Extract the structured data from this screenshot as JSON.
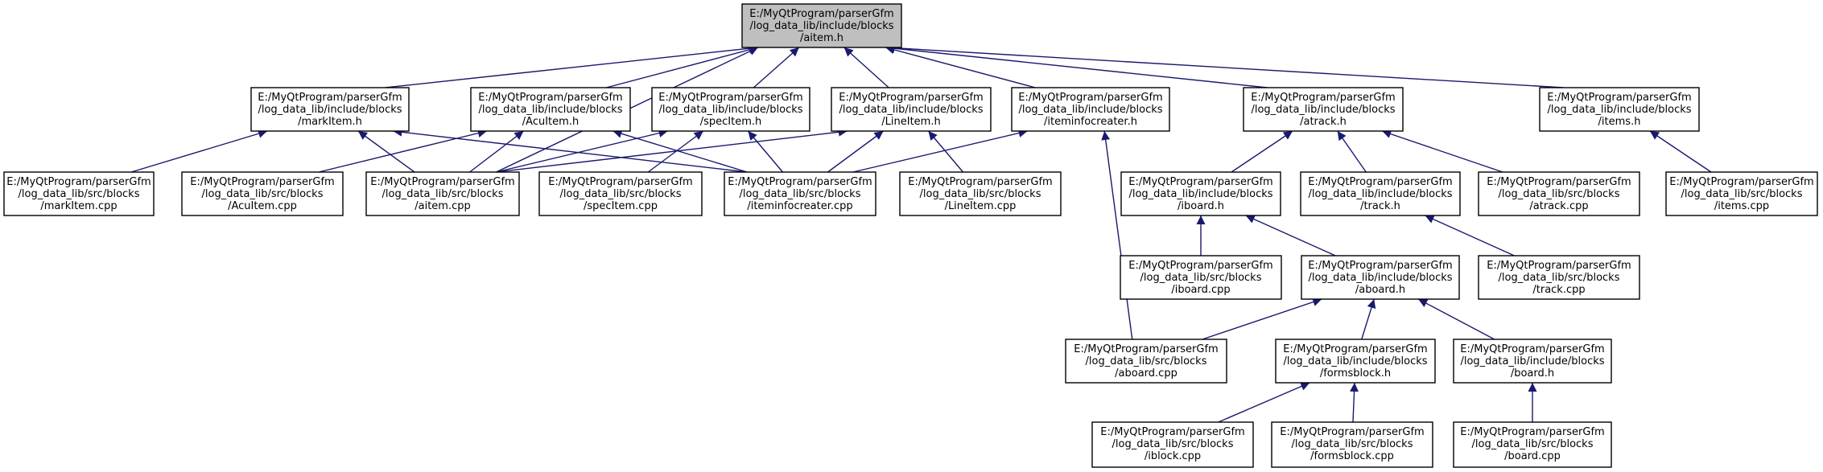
{
  "graph": {
    "edge_color": "#191970",
    "root_fill": "#bfbfbf",
    "nodes": [
      {
        "id": "aitem_h",
        "lines": [
          "E:/MyQtProgram/parserGfm",
          "/log_data_lib/include/blocks",
          "/aitem.h"
        ],
        "root": true
      },
      {
        "id": "markitem_h",
        "lines": [
          "E:/MyQtProgram/parserGfm",
          "/log_data_lib/include/blocks",
          "/markItem.h"
        ]
      },
      {
        "id": "acuitem_h",
        "lines": [
          "E:/MyQtProgram/parserGfm",
          "/log_data_lib/include/blocks",
          "/AcuItem.h"
        ]
      },
      {
        "id": "specitem_h",
        "lines": [
          "E:/MyQtProgram/parserGfm",
          "/log_data_lib/include/blocks",
          "/specItem.h"
        ]
      },
      {
        "id": "lineitem_h",
        "lines": [
          "E:/MyQtProgram/parserGfm",
          "/log_data_lib/include/blocks",
          "/LineItem.h"
        ]
      },
      {
        "id": "iteminfocreater_h",
        "lines": [
          "E:/MyQtProgram/parserGfm",
          "/log_data_lib/include/blocks",
          "/iteminfocreater.h"
        ]
      },
      {
        "id": "atrack_h",
        "lines": [
          "E:/MyQtProgram/parserGfm",
          "/log_data_lib/include/blocks",
          "/atrack.h"
        ]
      },
      {
        "id": "items_h",
        "lines": [
          "E:/MyQtProgram/parserGfm",
          "/log_data_lib/include/blocks",
          "/items.h"
        ]
      },
      {
        "id": "markitem_cpp",
        "lines": [
          "E:/MyQtProgram/parserGfm",
          "/log_data_lib/src/blocks",
          "/markItem.cpp"
        ]
      },
      {
        "id": "acuitem_cpp",
        "lines": [
          "E:/MyQtProgram/parserGfm",
          "/log_data_lib/src/blocks",
          "/AcuItem.cpp"
        ]
      },
      {
        "id": "aitem_cpp",
        "lines": [
          "E:/MyQtProgram/parserGfm",
          "/log_data_lib/src/blocks",
          "/aitem.cpp"
        ]
      },
      {
        "id": "specitem_cpp",
        "lines": [
          "E:/MyQtProgram/parserGfm",
          "/log_data_lib/src/blocks",
          "/specItem.cpp"
        ]
      },
      {
        "id": "iteminfocreater_cpp",
        "lines": [
          "E:/MyQtProgram/parserGfm",
          "/log_data_lib/src/blocks",
          "/iteminfocreater.cpp"
        ]
      },
      {
        "id": "lineitem_cpp",
        "lines": [
          "E:/MyQtProgram/parserGfm",
          "/log_data_lib/src/blocks",
          "/LineItem.cpp"
        ]
      },
      {
        "id": "iboard_h",
        "lines": [
          "E:/MyQtProgram/parserGfm",
          "/log_data_lib/include/blocks",
          "/iboard.h"
        ]
      },
      {
        "id": "track_h",
        "lines": [
          "E:/MyQtProgram/parserGfm",
          "/log_data_lib/include/blocks",
          "/track.h"
        ]
      },
      {
        "id": "atrack_cpp",
        "lines": [
          "E:/MyQtProgram/parserGfm",
          "/log_data_lib/src/blocks",
          "/atrack.cpp"
        ]
      },
      {
        "id": "items_cpp",
        "lines": [
          "E:/MyQtProgram/parserGfm",
          "/log_data_lib/src/blocks",
          "/items.cpp"
        ]
      },
      {
        "id": "iboard_cpp",
        "lines": [
          "E:/MyQtProgram/parserGfm",
          "/log_data_lib/src/blocks",
          "/iboard.cpp"
        ]
      },
      {
        "id": "aboard_h",
        "lines": [
          "E:/MyQtProgram/parserGfm",
          "/log_data_lib/include/blocks",
          "/aboard.h"
        ]
      },
      {
        "id": "track_cpp",
        "lines": [
          "E:/MyQtProgram/parserGfm",
          "/log_data_lib/src/blocks",
          "/track.cpp"
        ]
      },
      {
        "id": "aboard_cpp",
        "lines": [
          "E:/MyQtProgram/parserGfm",
          "/log_data_lib/src/blocks",
          "/aboard.cpp"
        ]
      },
      {
        "id": "formsblock_h",
        "lines": [
          "E:/MyQtProgram/parserGfm",
          "/log_data_lib/include/blocks",
          "/formsblock.h"
        ]
      },
      {
        "id": "board_h",
        "lines": [
          "E:/MyQtProgram/parserGfm",
          "/log_data_lib/include/blocks",
          "/board.h"
        ]
      },
      {
        "id": "iblock_cpp",
        "lines": [
          "E:/MyQtProgram/parserGfm",
          "/log_data_lib/src/blocks",
          "/iblock.cpp"
        ]
      },
      {
        "id": "formsblock_cpp",
        "lines": [
          "E:/MyQtProgram/parserGfm",
          "/log_data_lib/src/blocks",
          "/formsblock.cpp"
        ]
      },
      {
        "id": "board_cpp",
        "lines": [
          "E:/MyQtProgram/parserGfm",
          "/log_data_lib/src/blocks",
          "/board.cpp"
        ]
      }
    ],
    "edges": [
      {
        "from": "markitem_h",
        "to": "aitem_h"
      },
      {
        "from": "acuitem_h",
        "to": "aitem_h"
      },
      {
        "from": "specitem_h",
        "to": "aitem_h"
      },
      {
        "from": "lineitem_h",
        "to": "aitem_h"
      },
      {
        "from": "iteminfocreater_h",
        "to": "aitem_h"
      },
      {
        "from": "atrack_h",
        "to": "aitem_h"
      },
      {
        "from": "items_h",
        "to": "aitem_h"
      },
      {
        "from": "aitem_cpp",
        "to": "aitem_h"
      },
      {
        "from": "markitem_cpp",
        "to": "markitem_h"
      },
      {
        "from": "aitem_cpp",
        "to": "markitem_h"
      },
      {
        "from": "iteminfocreater_cpp",
        "to": "markitem_h"
      },
      {
        "from": "acuitem_cpp",
        "to": "acuitem_h"
      },
      {
        "from": "aitem_cpp",
        "to": "acuitem_h"
      },
      {
        "from": "iteminfocreater_cpp",
        "to": "acuitem_h"
      },
      {
        "from": "aitem_cpp",
        "to": "specitem_h"
      },
      {
        "from": "specitem_cpp",
        "to": "specitem_h"
      },
      {
        "from": "iteminfocreater_cpp",
        "to": "specitem_h"
      },
      {
        "from": "aitem_cpp",
        "to": "lineitem_h"
      },
      {
        "from": "iteminfocreater_cpp",
        "to": "lineitem_h"
      },
      {
        "from": "lineitem_cpp",
        "to": "lineitem_h"
      },
      {
        "from": "iteminfocreater_cpp",
        "to": "iteminfocreater_h"
      },
      {
        "from": "aboard_cpp",
        "to": "iteminfocreater_h"
      },
      {
        "from": "iboard_h",
        "to": "atrack_h"
      },
      {
        "from": "track_h",
        "to": "atrack_h"
      },
      {
        "from": "atrack_cpp",
        "to": "atrack_h"
      },
      {
        "from": "items_cpp",
        "to": "items_h"
      },
      {
        "from": "iboard_cpp",
        "to": "iboard_h"
      },
      {
        "from": "aboard_h",
        "to": "iboard_h"
      },
      {
        "from": "track_cpp",
        "to": "track_h"
      },
      {
        "from": "aboard_cpp",
        "to": "aboard_h"
      },
      {
        "from": "formsblock_h",
        "to": "aboard_h"
      },
      {
        "from": "board_h",
        "to": "aboard_h"
      },
      {
        "from": "iblock_cpp",
        "to": "formsblock_h"
      },
      {
        "from": "formsblock_cpp",
        "to": "formsblock_h"
      },
      {
        "from": "board_cpp",
        "to": "board_h"
      }
    ]
  }
}
